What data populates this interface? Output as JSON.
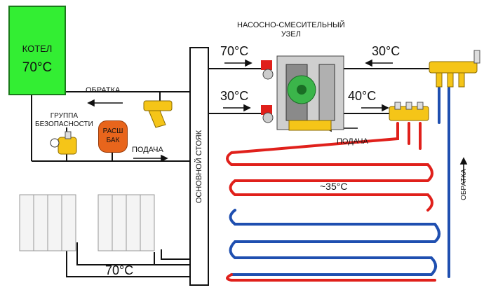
{
  "boiler": {
    "name": "КОТЕЛ",
    "temp": "70°C",
    "color": "#33ee33"
  },
  "labels": {
    "pump_unit_title": "НАСОСНО-СМЕСИТЕЛЬНЫЙ\nУЗЕЛ",
    "t_supply_top": "70°C",
    "t_return_top": "30°C",
    "t_return_mid": "30°C",
    "t_supply_mid": "40°C",
    "floor_temp": "~35°C",
    "bottom_temp": "70°C",
    "return_left": "ОБРАТКА",
    "supply_left": "ПОДАЧА",
    "supply_right": "ПОДАЧА",
    "return_vertical": "ОБРАТКА",
    "safety_group": "ГРУППА\nБЕЗОПАСНОСТИ",
    "tank": "РАСШ\nБАК",
    "riser": "ОСНОВНОЙ СТОЯК"
  },
  "colors": {
    "supply_pipe": "#e0201b",
    "return_pipe": "#1f4fb0",
    "pipe": "#111111",
    "valve": "#e0201b",
    "fitting": "#f5c518",
    "pump": "#3bb54a",
    "tank": "#e8651c"
  }
}
